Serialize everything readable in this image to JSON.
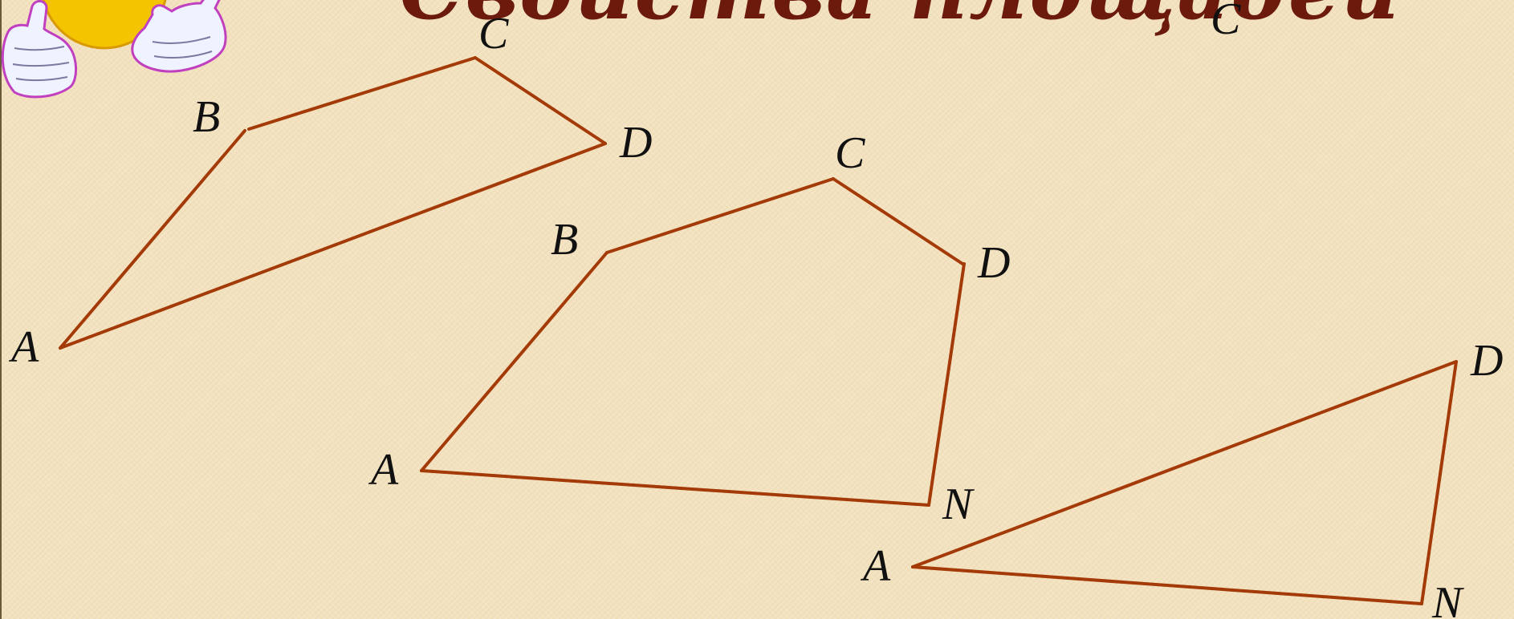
{
  "slide": {
    "title": "Свойства площадей",
    "background_color": "#f3e2bf",
    "title_color": "#6b1a0c",
    "line_color": "#a33a07",
    "mascot_icon": "thumbs-up-smiley-icon"
  },
  "figures": {
    "quad_abcd": {
      "vertices": [
        "A",
        "B",
        "C",
        "D"
      ]
    },
    "pent_abcdn": {
      "vertices": [
        "A",
        "B",
        "C",
        "D",
        "N"
      ]
    },
    "tri_adn": {
      "vertices": [
        "A",
        "D",
        "N"
      ]
    },
    "stray_label": "C"
  }
}
